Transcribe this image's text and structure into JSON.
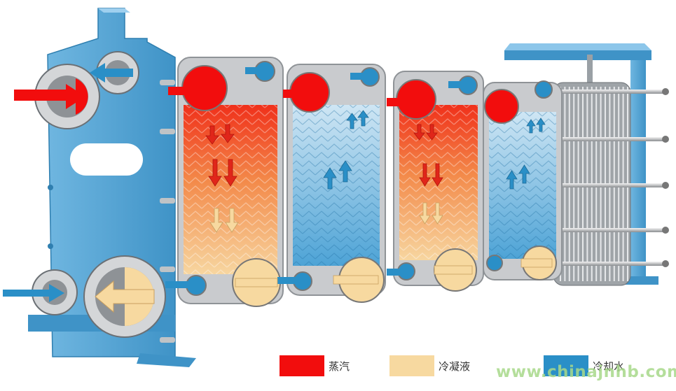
{
  "colors": {
    "steam": "#f20d0d",
    "condensate": "#f7d9a0",
    "cooling_water": "#2a8fc7",
    "frame": "#5aa9d6",
    "plate": "#c7c9cc"
  },
  "legend": [
    {
      "label": "蒸汽",
      "color": "#f20d0d"
    },
    {
      "label": "冷凝液",
      "color": "#f7d9a0"
    },
    {
      "label": "冷却水",
      "color": "#2a8fc7"
    }
  ],
  "watermark": "www.chinajnhb.com"
}
